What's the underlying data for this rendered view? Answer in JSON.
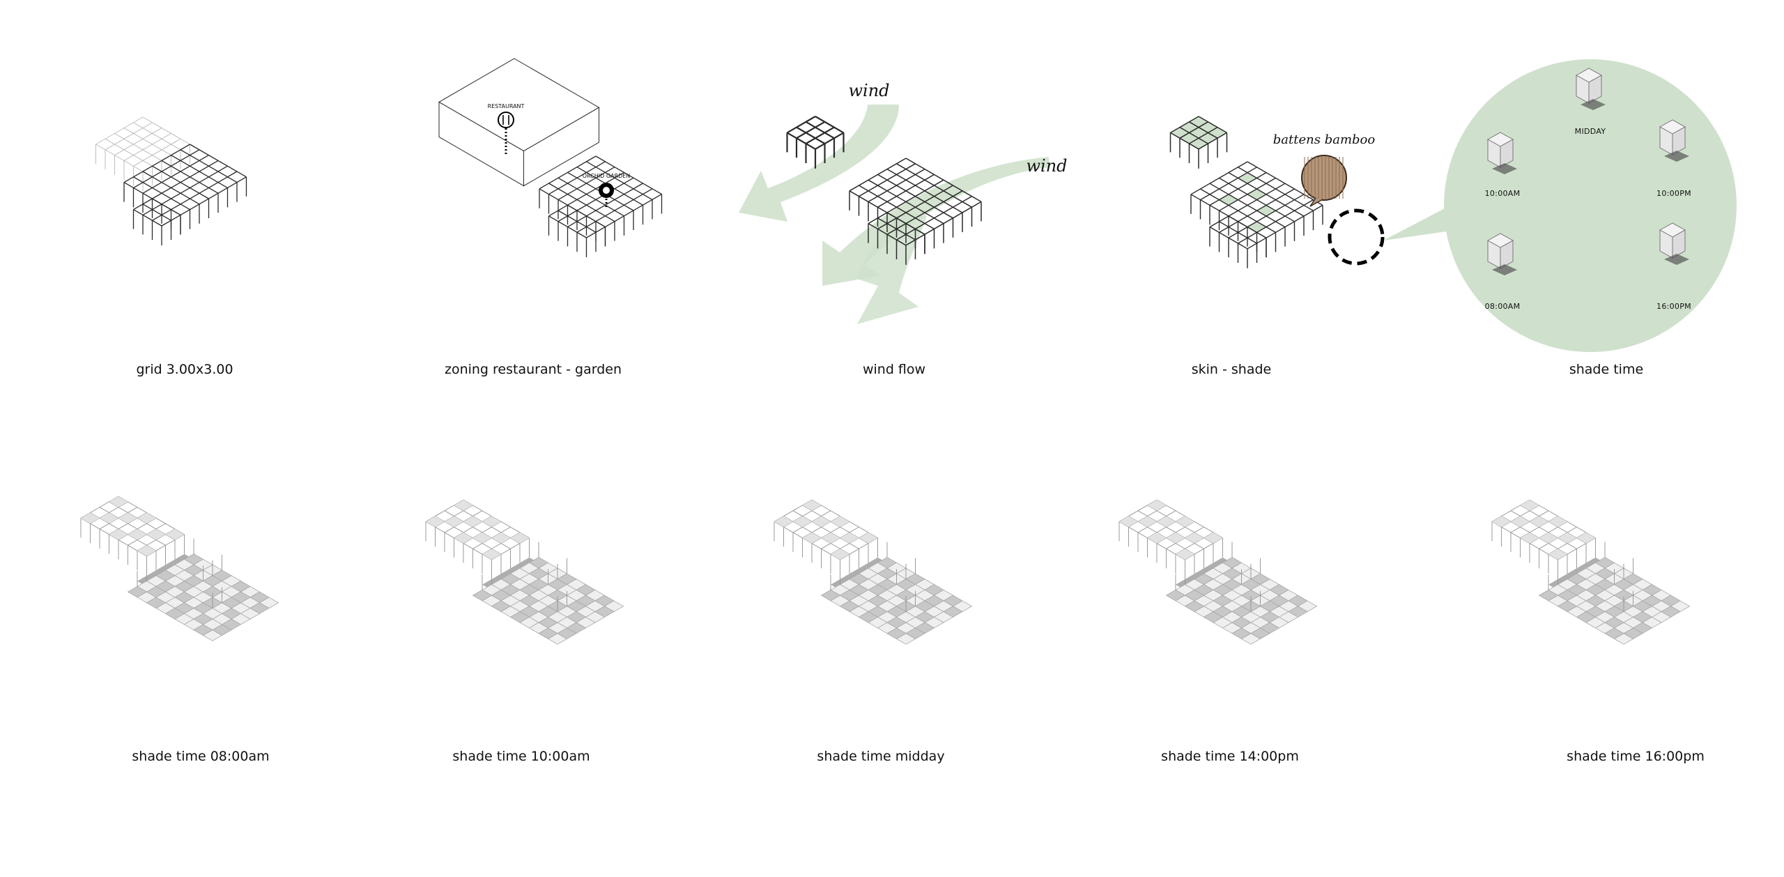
{
  "colors": {
    "accent_green": "#cfe1cc",
    "line": "#2a2a2a",
    "light_line": "#bdbdbd"
  },
  "top_row": {
    "grid_caption": "grid 3.00x3.00",
    "zoning_caption": "zoning restaurant - garden",
    "wind_caption": "wind flow",
    "skin_caption": "skin - shade",
    "shade_caption": "shade time"
  },
  "zoning": {
    "restaurant_label": "RESTAURANT",
    "garden_label": "ORCHID GARDEN"
  },
  "wind": {
    "label_1": "wind",
    "label_2": "wind"
  },
  "skin": {
    "bamboo_label": "battens bamboo"
  },
  "shade_circle": {
    "midday": "MIDDAY",
    "t1000am": "10:00AM",
    "t1000pm": "10:00PM",
    "t0800am": "08:00AM",
    "t1600pm": "16:00PM"
  },
  "bottom_row": {
    "c1": "shade time 08:00am",
    "c2": "shade time 10:00am",
    "c3": "shade time midday",
    "c4": "shade time 14:00pm",
    "c5": "shade time 16:00pm"
  }
}
